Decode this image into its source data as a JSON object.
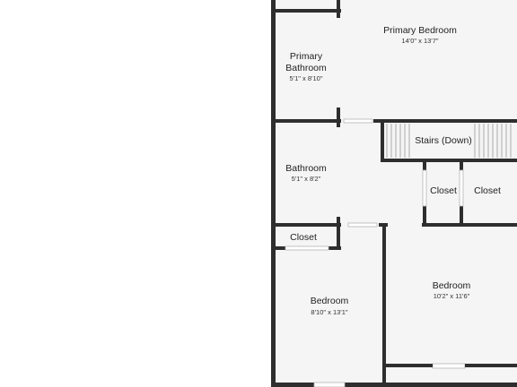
{
  "colors": {
    "background": "#ffffff",
    "floor": "#f5f5f5",
    "wall": "#2e2e2e"
  },
  "rooms": {
    "primary_bedroom": {
      "name": "Primary Bedroom",
      "dim": "14'0\" x 13'7\""
    },
    "primary_bathroom": {
      "name_line1": "Primary",
      "name_line2": "Bathroom",
      "dim": "5'1\" x 8'10\""
    },
    "stairs": {
      "name": "Stairs (Down)"
    },
    "bathroom": {
      "name": "Bathroom",
      "dim": "5'1\" x 8'2\""
    },
    "closet_1": {
      "name": "Closet"
    },
    "closet_2": {
      "name": "Closet"
    },
    "closet_3": {
      "name": "Closet"
    },
    "bedroom_left": {
      "name": "Bedroom",
      "dim": "8'10\" x 13'1\""
    },
    "bedroom_right": {
      "name": "Bedroom",
      "dim": "10'2\" x 11'6\""
    }
  }
}
